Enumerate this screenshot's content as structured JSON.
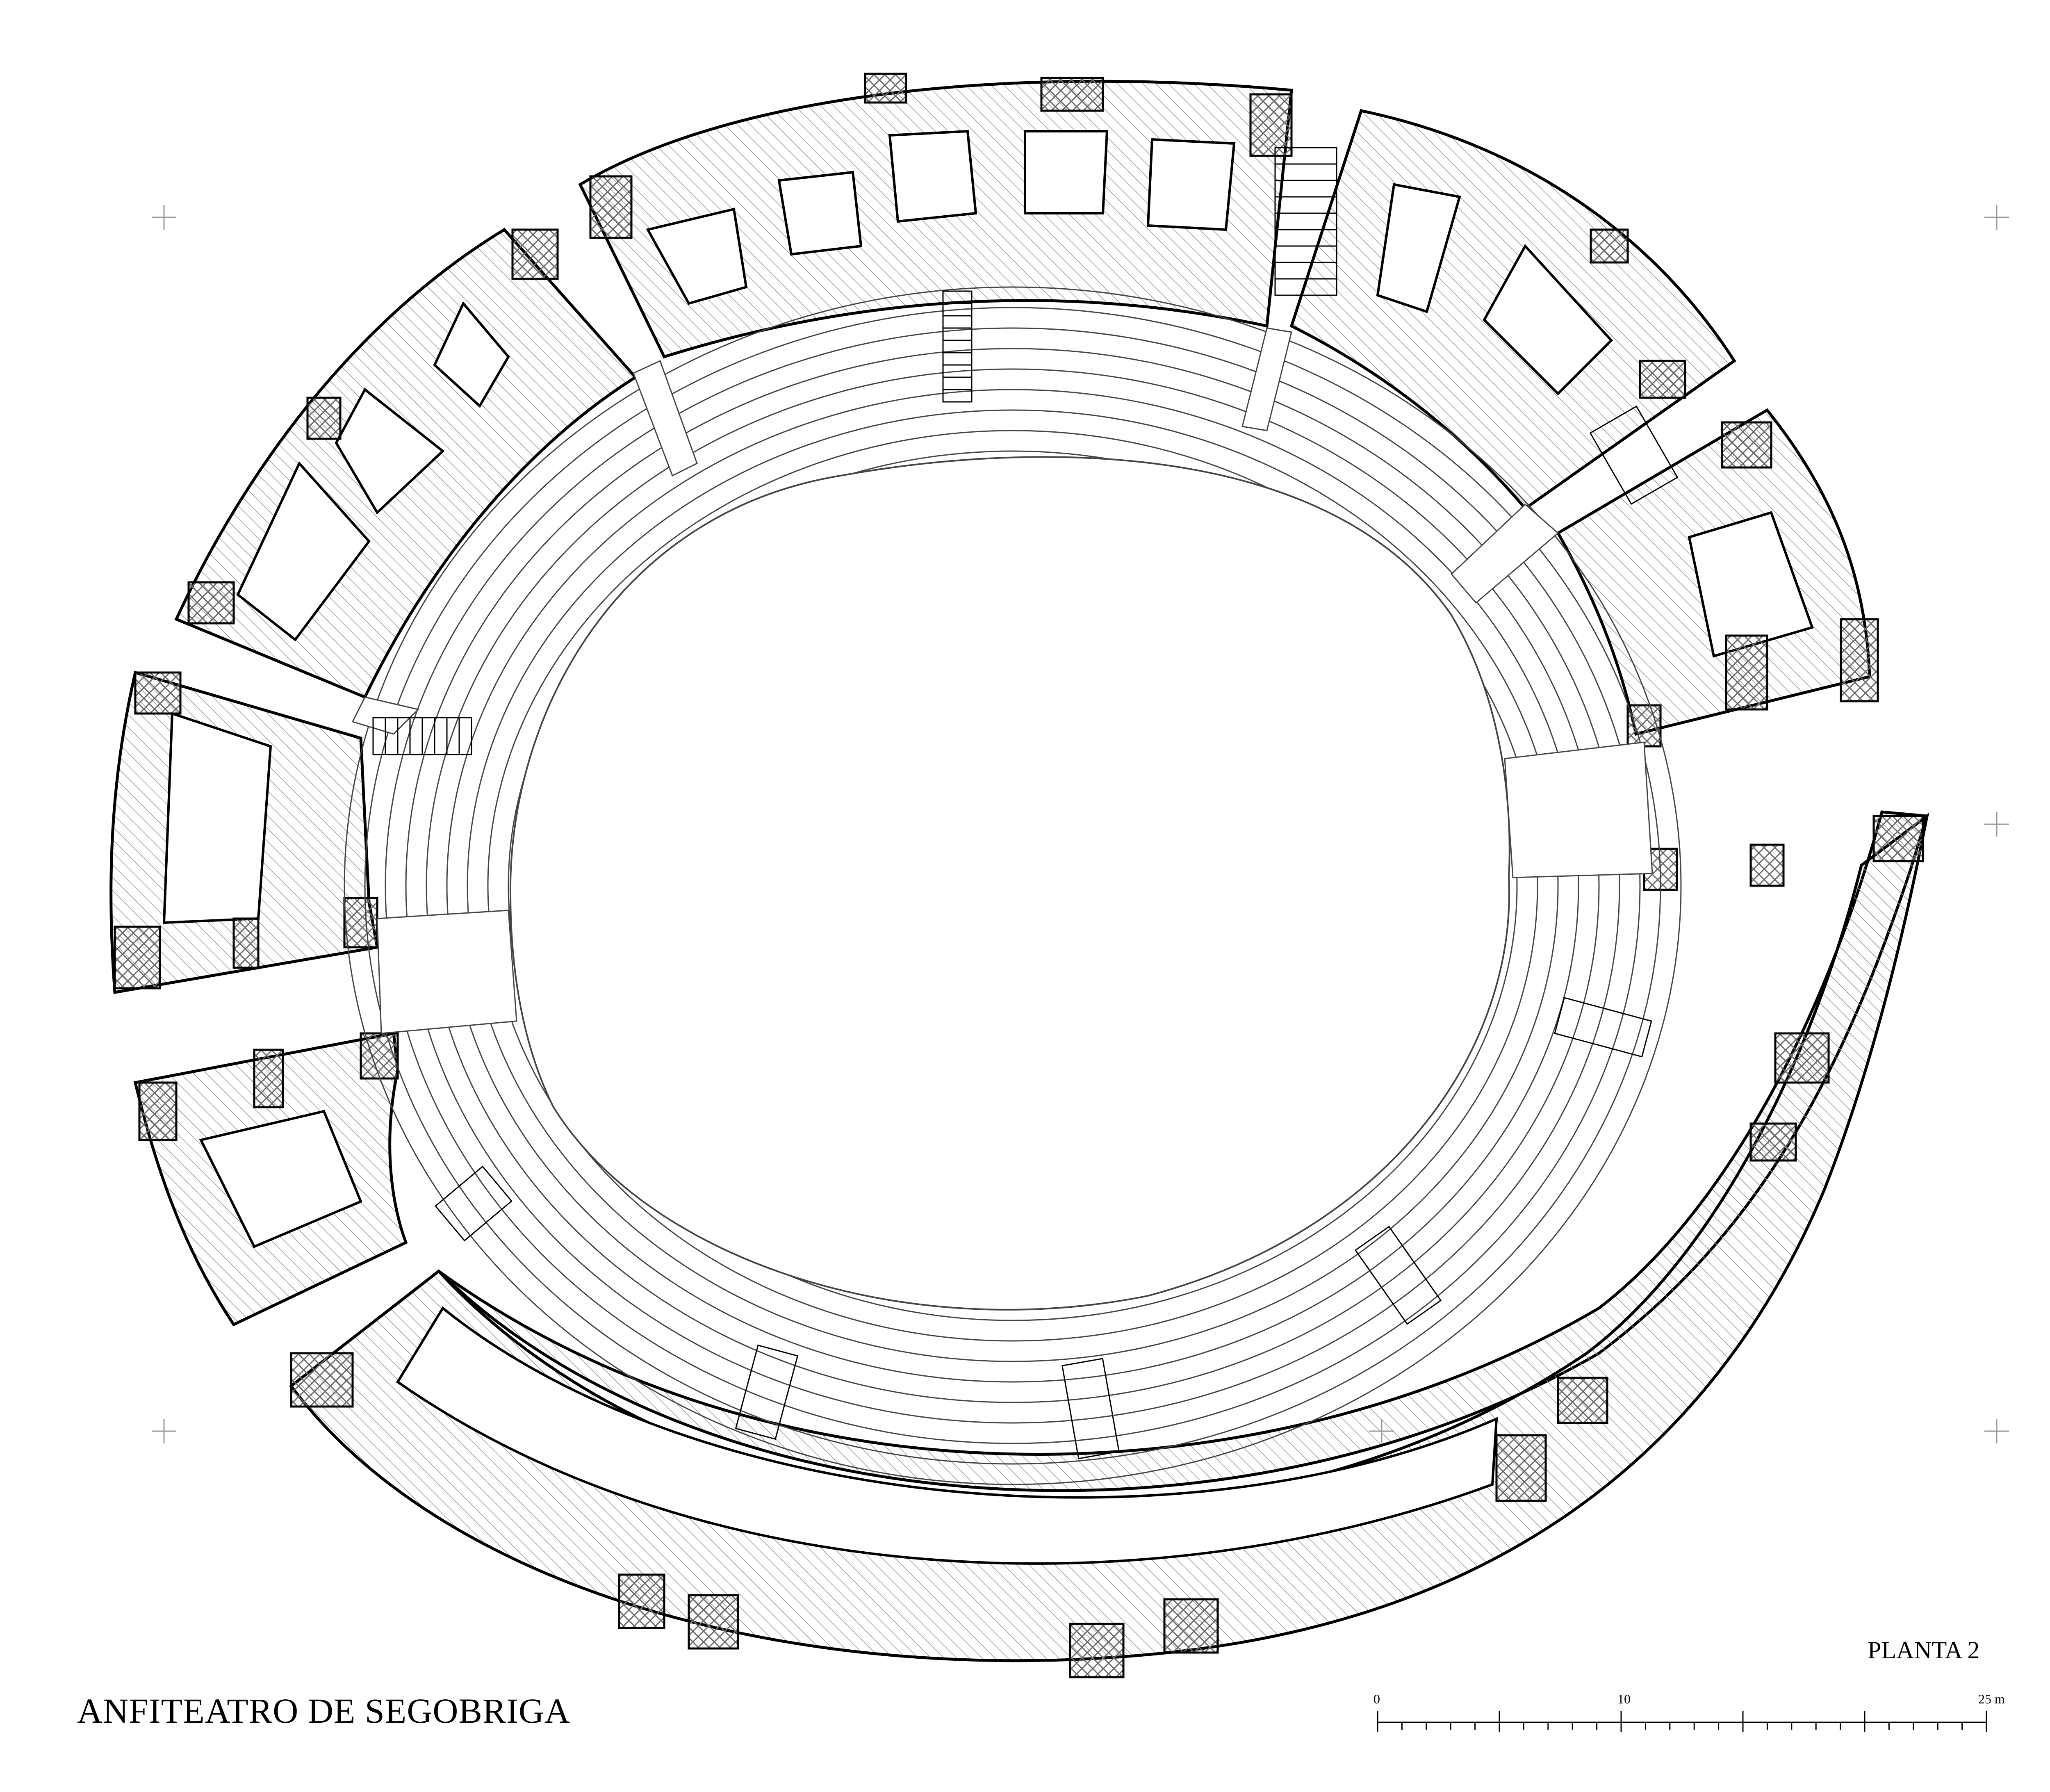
{
  "title": "ANFITEATRO DE SEGOBRIGA",
  "sheet": "PLANTA 2",
  "scale": {
    "labels": [
      "0",
      "10",
      "25 m"
    ],
    "ticks": [
      0,
      1,
      2,
      3,
      4,
      5,
      6,
      7,
      8,
      9,
      10,
      11,
      12,
      13,
      14,
      15,
      16,
      17,
      18,
      19,
      20,
      21,
      22,
      23,
      24,
      25
    ]
  },
  "colors": {
    "ink": "#000000",
    "hatch": "#9a9a9a",
    "fill": "#ffffff"
  }
}
